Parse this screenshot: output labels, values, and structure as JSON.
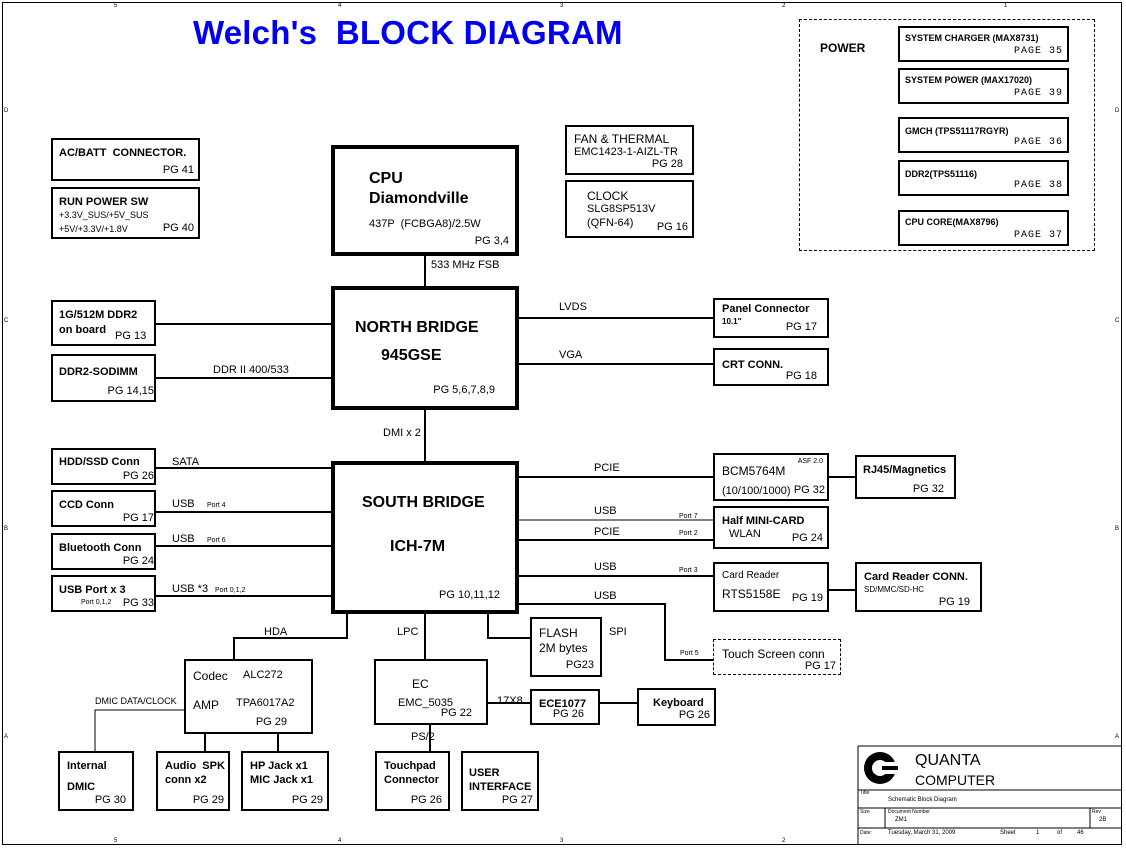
{
  "title": "Welch's  BLOCK DIAGRAM",
  "power": {
    "label": "POWER",
    "items": [
      {
        "name": "SYSTEM CHARGER (MAX8731)",
        "page": "PAGE 35"
      },
      {
        "name": "SYSTEM POWER (MAX17020)",
        "page": "PAGE 39"
      },
      {
        "name": "GMCH (TPS51117RGYR)",
        "page": "PAGE 36"
      },
      {
        "name": "DDR2(TPS51116)",
        "page": "PAGE 38"
      },
      {
        "name": "CPU CORE(MAX8796)",
        "page": "PAGE 37"
      }
    ]
  },
  "blocks": {
    "ac_batt": {
      "name": "AC/BATT  CONNECTOR.",
      "page": "PG 41"
    },
    "run_power": {
      "name": "RUN POWER SW",
      "line1": "+3.3V_SUS/+5V_SUS",
      "line2": "+5V/+3.3V/+1.8V",
      "page": "PG 40"
    },
    "cpu": {
      "name": "CPU",
      "model": "Diamondville",
      "spec": "437P  (FCBGA8)/2.5W",
      "page": "PG 3,4"
    },
    "fan": {
      "name": "FAN & THERMAL",
      "model": "EMC1423-1-AIZL-TR",
      "page": "PG 28"
    },
    "clock": {
      "name": "CLOCK",
      "model": "SLG8SP513V",
      "pkg": "(QFN-64)",
      "page": "PG 16"
    },
    "north_bridge": {
      "name": "NORTH BRIDGE",
      "model": "945GSE",
      "page": "PG 5,6,7,8,9"
    },
    "ddr2_onboard": {
      "name": "1G/512M DDR2",
      "line2": "on board",
      "page": "PG 13"
    },
    "ddr2_sodimm": {
      "name": "DDR2-SODIMM",
      "page": "PG 14,15"
    },
    "panel": {
      "name": "Panel Connector",
      "size": "10.1\"",
      "page": "PG 17"
    },
    "crt": {
      "name": "CRT CONN.",
      "page": "PG 18"
    },
    "south_bridge": {
      "name": "SOUTH BRIDGE",
      "model": "ICH-7M",
      "page": "PG 10,11,12"
    },
    "hdd": {
      "name": "HDD/SSD Conn",
      "page": "PG 26"
    },
    "ccd": {
      "name": "CCD Conn",
      "page": "PG 17"
    },
    "bluetooth": {
      "name": "Bluetooth Conn",
      "page": "PG 24"
    },
    "usb_port": {
      "name": "USB Port x 3",
      "ports": "Port 0,1,2",
      "page": "PG 33"
    },
    "bcm": {
      "name": "BCM5764M",
      "asf": "ASF 2.0",
      "speed": "(10/100/1000)",
      "page": "PG 32"
    },
    "rj45": {
      "name": "RJ45/Magnetics",
      "page": "PG 32"
    },
    "minicard": {
      "name": "Half MINI-CARD",
      "line2": "WLAN",
      "page": "PG 24"
    },
    "cardreader": {
      "name": "Card Reader",
      "model": "RTS5158E",
      "page": "PG 19"
    },
    "cardreader_conn": {
      "name": "Card Reader CONN.",
      "sub": "SD/MMC/SD-HC",
      "page": "PG 19"
    },
    "touchscreen": {
      "name": "Touch Screen conn",
      "page": "PG 17"
    },
    "flash": {
      "name": "FLASH",
      "size": "2M bytes",
      "page": "PG23"
    },
    "codec": {
      "name": "Codec",
      "model": "ALC272",
      "amp": "AMP",
      "amp_model": "TPA6017A2",
      "page": "PG 29"
    },
    "ec": {
      "name": "EC",
      "model": "EMC_5035",
      "page": "PG 22"
    },
    "ece": {
      "name": "ECE1077",
      "page": "PG 26"
    },
    "keyboard": {
      "name": "Keyboard",
      "page": "PG 26"
    },
    "dmic": {
      "name": "Internal",
      "line2": "DMIC",
      "page": "PG 30"
    },
    "audio_spk": {
      "name": "Audio  SPK",
      "line2": "conn x2",
      "page": "PG 29"
    },
    "hp_jack": {
      "name": "HP Jack x1",
      "line2": "MIC Jack x1",
      "page": "PG 29"
    },
    "touchpad": {
      "name": "Touchpad",
      "line2": "Connector",
      "page": "PG 26"
    },
    "user_if": {
      "name": "USER",
      "line2": "INTERFACE",
      "page": "PG 27"
    }
  },
  "links": {
    "fsb": "533 MHz FSB",
    "lvds": "LVDS",
    "vga": "VGA",
    "ddr": "DDR II 400/533",
    "dmi": "DMI x 2",
    "sata": "SATA",
    "usb_ccd": "USB",
    "usb_ccd_port": "Port 4",
    "usb_bt": "USB",
    "usb_bt_port": "Port 6",
    "usb_ports": "USB *3",
    "usb_ports_port": "Port 0,1,2",
    "pcie_lan": "PCIE",
    "usb_mini": "USB",
    "usb_mini_port": "Port 7",
    "pcie_mini": "PCIE",
    "pcie_mini_port": "Port 2",
    "usb_card": "USB",
    "usb_card_port": "Port 3",
    "usb_touch": "USB",
    "usb_touch_port": "Port 5",
    "hda": "HDA",
    "lpc": "LPC",
    "spi": "SPI",
    "kbd_bus": "17X8",
    "ps2": "PS/2",
    "dmic_clock": "DMIC DATA/CLOCK"
  },
  "titleblock": {
    "company1": "QUANTA",
    "company2": "COMPUTER",
    "title_label": "Title",
    "title": "Schematic Block Diagram",
    "size_label": "Size",
    "docnum_label": "Document Number",
    "docnum": "ZM1",
    "rev_label": "Rev",
    "rev": "2B",
    "date_label": "Date:",
    "date": "Tuesday, March 31, 2009",
    "sheet_label": "Sheet",
    "sheet": "1",
    "of_label": "of",
    "total": "46"
  },
  "border_labels": {
    "cols": [
      "5",
      "4",
      "3",
      "2",
      "1"
    ],
    "rows": [
      "D",
      "C",
      "B",
      "A"
    ]
  }
}
